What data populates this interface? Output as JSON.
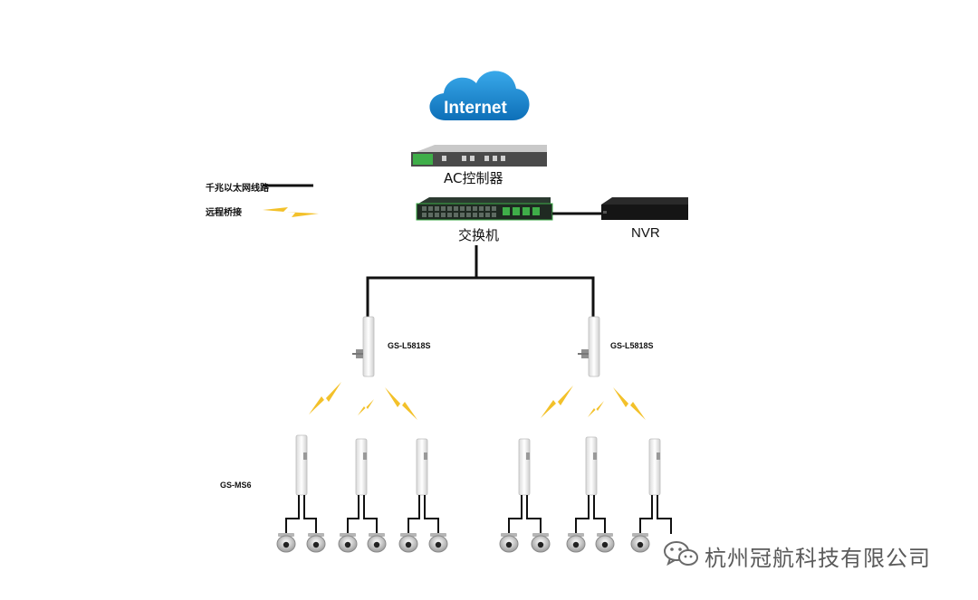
{
  "cloud": {
    "label": "Internet"
  },
  "ac_controller": {
    "label": "AC控制器"
  },
  "switch": {
    "label": "交换机"
  },
  "nvr": {
    "label": "NVR"
  },
  "legend": {
    "gigabit": "千兆以太网线路",
    "bridge": "远程桥接"
  },
  "base_station_label": "GS-L5818S",
  "cpe_label": "GS-MS6",
  "watermark": {
    "text": "杭州冠航科技有限公司",
    "icon": "wechat-icon"
  },
  "colors": {
    "cloud": "#1e8fd6",
    "line": "#111111",
    "lightning": "#f3c12a",
    "switch_body": "#1f2a22",
    "switch_accent": "#3fae49"
  }
}
